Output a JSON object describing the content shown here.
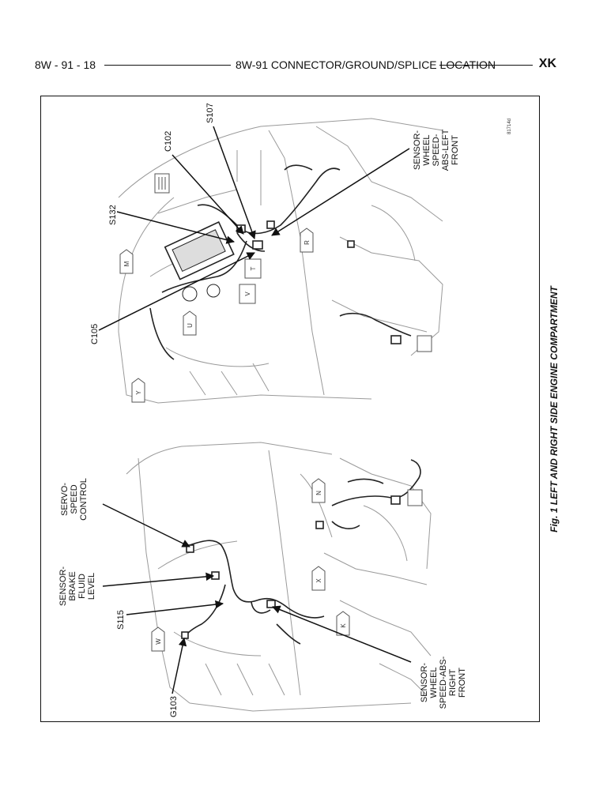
{
  "header": {
    "page_id": "8W - 91 - 18",
    "section_title": "8W-91 CONNECTOR/GROUND/SPLICE LOCATION",
    "model": "XK"
  },
  "figure": {
    "caption": "Fig. 1 LEFT AND RIGHT SIDE ENGINE COMPARTMENT",
    "code": "81714d",
    "callouts": {
      "s107": "S107",
      "c102": "C102",
      "s132": "S132",
      "c105": "C105",
      "wheel_left": [
        "SENSOR-",
        "WHEEL",
        "SPEED-",
        "ABS-LEFT",
        "FRONT"
      ],
      "servo": [
        "SERVO-",
        "SPEED",
        "CONTROL"
      ],
      "brake": [
        "SENSOR-",
        "BRAKE",
        "FLUID",
        "LEVEL"
      ],
      "s115": "S115",
      "g103": "G103",
      "wheel_right": [
        "SENSOR-",
        "WHEEL",
        "SPEED-ABS-",
        "RIGHT",
        "FRONT"
      ]
    },
    "view_letters": [
      "M",
      "T",
      "U",
      "V",
      "Y",
      "R",
      "N",
      "X",
      "K",
      "W"
    ]
  }
}
